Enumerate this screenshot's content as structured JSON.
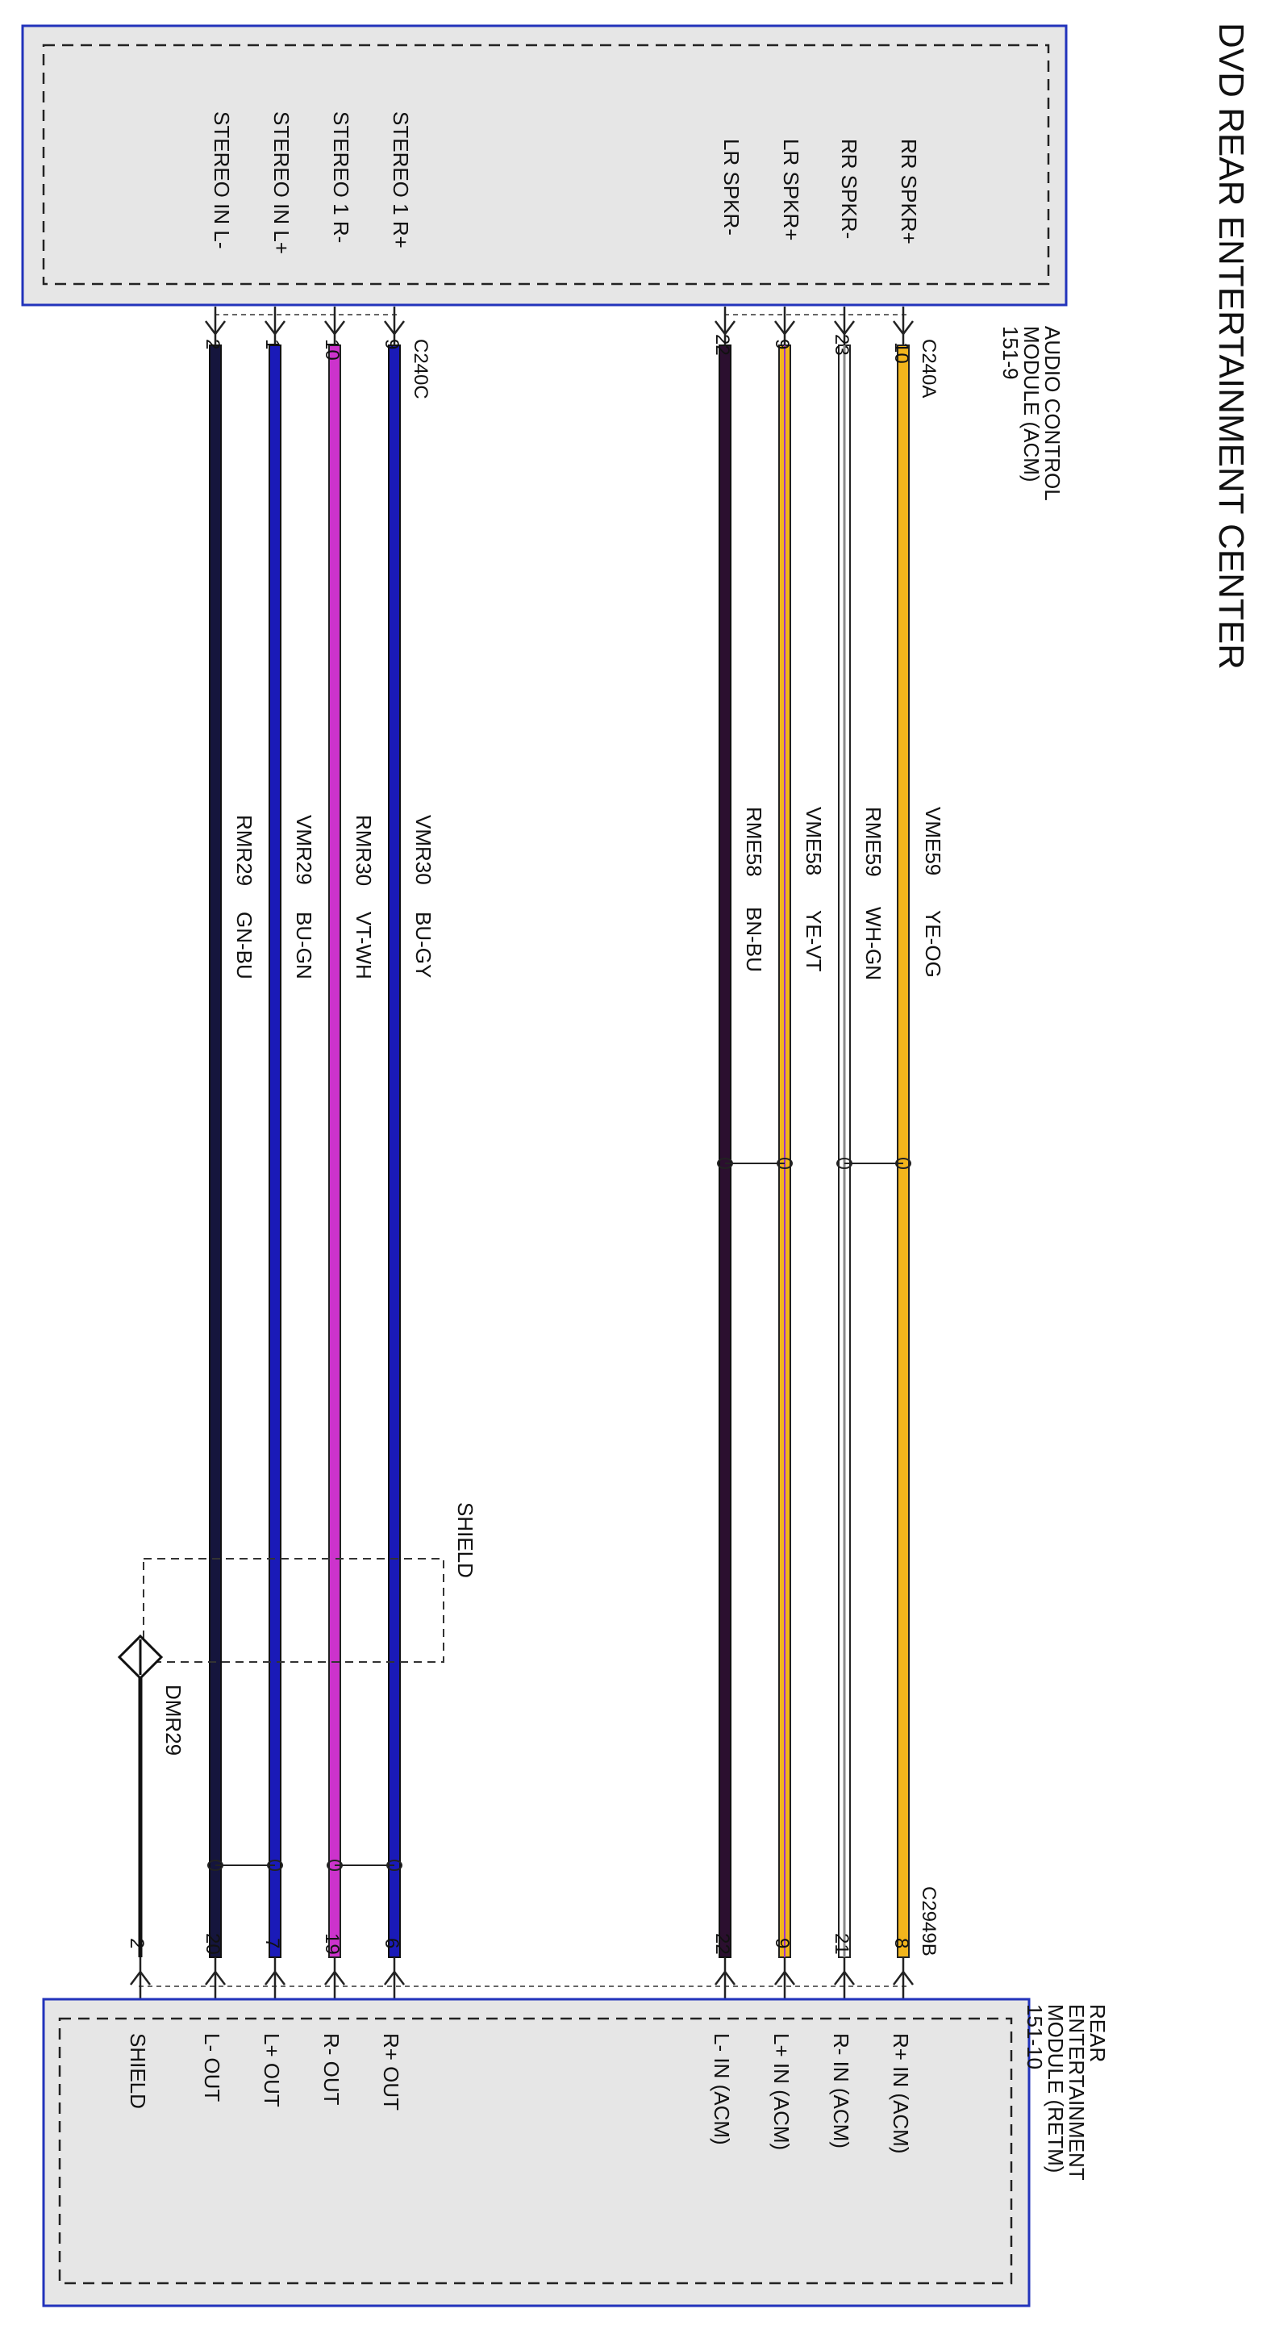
{
  "title": "DVD REAR ENTERTAINMENT CENTER",
  "acm": {
    "name": "AUDIO CONTROL MODULE (ACM)",
    "ref": "151-9",
    "conn_a": "C240A",
    "conn_c": "C240C",
    "pins": [
      "RR SPKR+",
      "RR SPKR-",
      "LR SPKR+",
      "LR SPKR-",
      "STEREO 1 R+",
      "STEREO 1 R-",
      "STEREO IN L+",
      "STEREO IN L-"
    ]
  },
  "retm": {
    "name": "REAR ENTERTAINMENT MODULE (RETM)",
    "ref": "151-10",
    "conn": "C2949B",
    "pins": [
      "R+ IN (ACM)",
      "R- IN (ACM)",
      "L+ IN (ACM)",
      "L- IN (ACM)",
      "R+ OUT",
      "R- OUT",
      "L+ OUT",
      "L- OUT",
      "SHIELD"
    ]
  },
  "wires": [
    {
      "circuit": "VME59",
      "color": "YE-OG",
      "acm_pin": "10",
      "retm_pin": "8"
    },
    {
      "circuit": "RME59",
      "color": "WH-GN",
      "acm_pin": "23",
      "retm_pin": "21"
    },
    {
      "circuit": "VME58",
      "color": "YE-VT",
      "acm_pin": "9",
      "retm_pin": "9"
    },
    {
      "circuit": "RME58",
      "color": "BN-BU",
      "acm_pin": "22",
      "retm_pin": "22"
    },
    {
      "circuit": "VMR30",
      "color": "BU-GY",
      "acm_pin": "9",
      "retm_pin": "6"
    },
    {
      "circuit": "RMR30",
      "color": "VT-WH",
      "acm_pin": "10",
      "retm_pin": "19"
    },
    {
      "circuit": "VMR29",
      "color": "BU-GN",
      "acm_pin": "1",
      "retm_pin": "7"
    },
    {
      "circuit": "RMR29",
      "color": "GN-BU",
      "acm_pin": "2",
      "retm_pin": "20"
    }
  ],
  "shield": {
    "label": "SHIELD",
    "circuit": "DMR29",
    "retm_pin": "2"
  },
  "colors": {
    "module_fill": "#e6e6e6",
    "module_border": "#2233bb",
    "YE-OG": "#f2b51c",
    "WH-GN": "#a8a8a8",
    "YE-VT": "#f2b51c",
    "BN-BU": "#2b0f2f",
    "BU-GY": "#1a1ab8",
    "VT-WH": "#cc33cc",
    "BU-GN": "#1a1ab8",
    "GN-BU": "#15153d"
  }
}
